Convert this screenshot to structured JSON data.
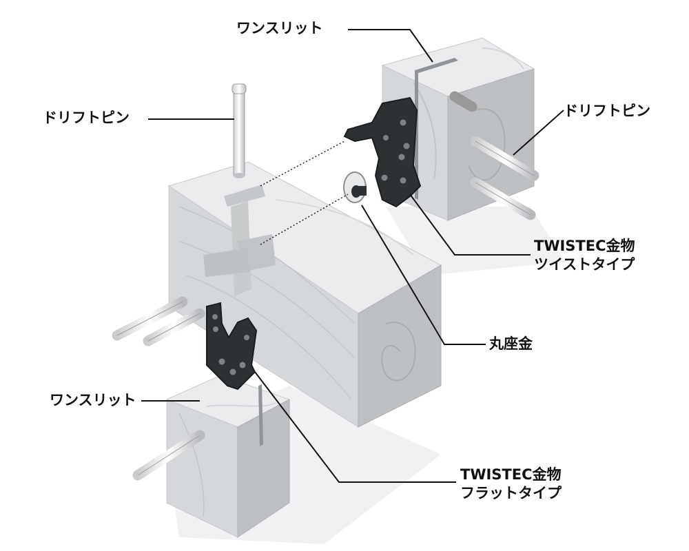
{
  "labels": {
    "wan_slit_top": "ワンスリット",
    "drift_pin_left": "ドリフトピン",
    "drift_pin_right": "ドリフトピン",
    "twist_type_line1": "TWISTEC金物",
    "twist_type_line2": "ツイストタイプ",
    "washer": "丸座金",
    "wan_slit_bottom": "ワンスリット",
    "flat_type_line1": "TWISTEC金物",
    "flat_type_line2": "フラットタイプ"
  },
  "colors": {
    "wood_top": "#e9ebec",
    "wood_front": "#d5d8da",
    "wood_side": "#bcc0c3",
    "metal": "#2c3133",
    "leader": "#111111"
  },
  "icons": [
    "wood-grain-pattern"
  ]
}
